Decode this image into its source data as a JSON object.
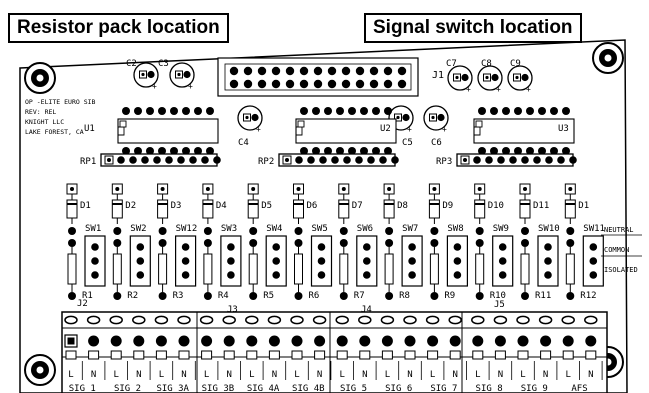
{
  "callouts": {
    "resistor_pack": "Resistor pack location",
    "signal_switch": "Signal switch location"
  },
  "board_info": {
    "line1": "OP -ELITE EURO SIB",
    "line2": "REV: REL",
    "line3": "KNIGHT LLC",
    "line4": "LAKE FOREST, CA"
  },
  "connector_main": "J1",
  "ics": [
    "U1",
    "U2",
    "U3"
  ],
  "resistor_packs": [
    "RP1",
    "RP2",
    "RP3"
  ],
  "capacitors": [
    "C2",
    "C3",
    "C4",
    "C5",
    "C6",
    "C7",
    "C8",
    "C9"
  ],
  "diodes": [
    "D1",
    "D2",
    "D3",
    "D4",
    "D5",
    "D6",
    "D7",
    "D8",
    "D9",
    "D10",
    "D11",
    "D1"
  ],
  "switches": [
    "SW1",
    "SW2",
    "SW12",
    "SW3",
    "SW4",
    "SW5",
    "SW6",
    "SW7",
    "SW8",
    "SW9",
    "SW10",
    "SW11"
  ],
  "resistors": [
    "R1",
    "R2",
    "R3",
    "R4",
    "R5",
    "R6",
    "R7",
    "R8",
    "R9",
    "R10",
    "R11",
    "R12"
  ],
  "terminal_blocks": [
    "J2",
    "J3",
    "J4",
    "J5"
  ],
  "switch_modes": [
    "NEUTRAL",
    "COMMON",
    "ISOLATED"
  ],
  "pin_letters": [
    "L",
    "N"
  ],
  "signal_labels": [
    "SIG 1",
    "SIG 2",
    "SIG 3A",
    "SIG 3B",
    "SIG 4A",
    "SIG 4B",
    "SIG 5",
    "SIG 6",
    "SIG 7",
    "SIG 8",
    "SIG 9",
    "AFS"
  ]
}
